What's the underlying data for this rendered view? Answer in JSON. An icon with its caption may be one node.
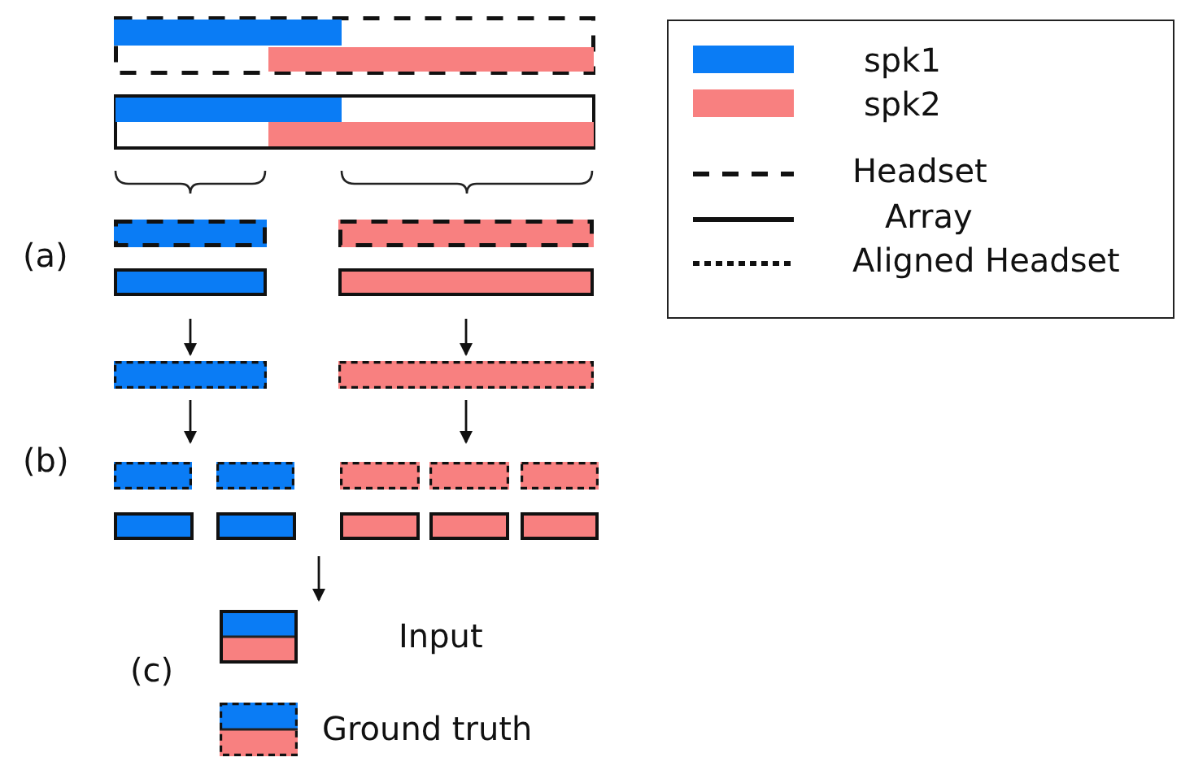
{
  "diagram": {
    "nodes": [
      {
        "text": [],
        "shape": "box"
      },
      {
        "text": [],
        "shape": "bar",
        "in": 0
      },
      {
        "text": [],
        "shape": "bar",
        "in": 0
      },
      {
        "text": [],
        "shape": "box"
      },
      {
        "text": [],
        "shape": "bar",
        "in": 3
      },
      {
        "text": [],
        "shape": "bar",
        "in": 3
      },
      {
        "text": [],
        "shape": "bar"
      },
      {
        "text": [],
        "shape": "bar"
      },
      {
        "text": [],
        "shape": "bar"
      },
      {
        "text": [],
        "shape": "bar"
      },
      {
        "text": [],
        "shape": "bar"
      },
      {
        "text": [],
        "shape": "bar"
      },
      {
        "text": [],
        "shape": "bar"
      },
      {
        "text": [],
        "shape": "bar"
      },
      {
        "text": [],
        "shape": "bar"
      },
      {
        "text": [],
        "shape": "bar"
      },
      {
        "text": [],
        "shape": "bar"
      },
      {
        "text": [],
        "shape": "bar"
      },
      {
        "text": [],
        "shape": "bar"
      },
      {
        "text": [],
        "shape": "bar"
      },
      {
        "text": [],
        "shape": "bar"
      },
      {
        "text": [],
        "shape": "bar"
      },
      {
        "text": [],
        "shape": "box",
        "beside": [
          "Input"
        ]
      },
      {
        "text": [],
        "shape": "box",
        "beside": [
          "Ground truth"
        ]
      }
    ],
    "edges": [
      {
        "from": 8,
        "to": 10,
        "arrow": "to"
      },
      {
        "from": 9,
        "to": 11,
        "arrow": "to"
      },
      {
        "from": 10,
        "to": 12,
        "arrow": "to"
      },
      {
        "from": 11,
        "to": 15,
        "arrow": "to"
      },
      {
        "from": null,
        "to": 22,
        "arrow": "to"
      }
    ],
    "labels": [
      "(a)",
      "(b)",
      "(c)"
    ],
    "legend": [
      {
        "text": "spk1",
        "color": "#0a7cf5"
      },
      {
        "text": "spk2",
        "color": "#f88080"
      },
      {
        "text": "Headset"
      },
      {
        "text": "Array"
      },
      {
        "text": "Aligned Headset"
      }
    ]
  }
}
